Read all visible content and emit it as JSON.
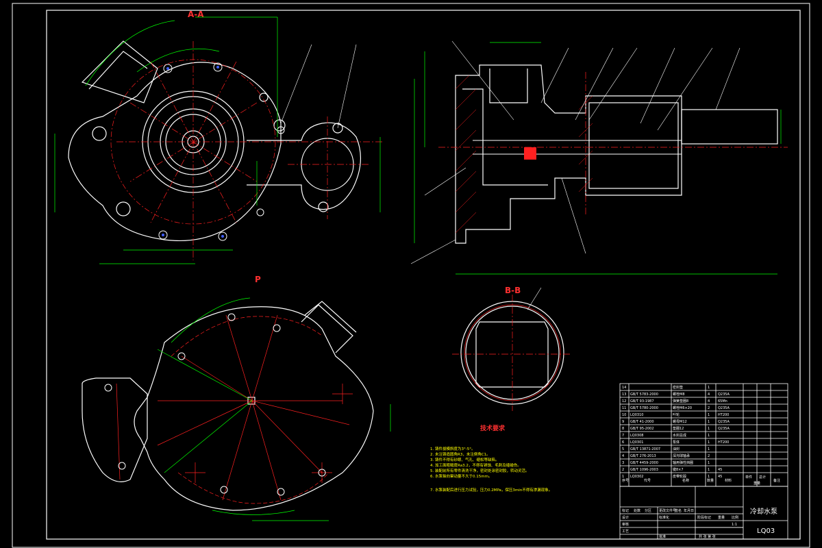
{
  "drawing": {
    "view_labels": {
      "a_a": "A-A",
      "p": "P",
      "b_b": "B-B"
    },
    "tech_req_title": "技术要求",
    "tech_requirements": [
      "1. 铸件拔模斜度为3°-5°。",
      "2. 未注铸造圆角R3，未注倒角C1。",
      "3. 铸件不得有砂眼、气孔、缩松等缺陷。",
      "4. 加工面粗糙度Ra3.2，不得有锈蚀、毛刺及磕碰伤。",
      "5. 装配前所有零件清洗干净，密封处涂密封胶，转动灵活。",
      "6. 水泵轴向窜动量不大于0.15mm。",
      "7. 水泵装配后进行压力试验，压力0.2MPa，保压3min不得有渗漏现象。"
    ],
    "parts_list": [
      [
        "14",
        "",
        "密封垫",
        "1",
        "",
        ""
      ],
      [
        "13",
        "GB/T 5783-2000",
        "螺栓M8",
        "4",
        "Q235A",
        ""
      ],
      [
        "12",
        "GB/T 93-1987",
        "弹簧垫圈8",
        "4",
        "65Mn",
        ""
      ],
      [
        "11",
        "GB/T 5780-2000",
        "螺栓M6×20",
        "2",
        "Q235A",
        ""
      ],
      [
        "10",
        "LQ0310",
        "叶轮",
        "1",
        "HT200",
        ""
      ],
      [
        "9",
        "GB/T 41-2000",
        "螺母M12",
        "1",
        "Q235A",
        ""
      ],
      [
        "8",
        "GB/T 95-2002",
        "垫圈12",
        "1",
        "Q235A",
        ""
      ],
      [
        "7",
        "LQ0308",
        "水封总成",
        "1",
        "",
        ""
      ],
      [
        "6",
        "LQ0301",
        "泵体",
        "1",
        "HT200",
        ""
      ],
      [
        "5",
        "GB/T 13871-2007",
        "油封",
        "1",
        "",
        ""
      ],
      [
        "4",
        "GB/T 276-2013",
        "深沟球轴承",
        "2",
        "",
        ""
      ],
      [
        "3",
        "GB/T 4459-2000",
        "轴用弹性挡圈",
        "1",
        "",
        ""
      ],
      [
        "2",
        "GB/T 1096-2003",
        "键8×7",
        "1",
        "45",
        ""
      ],
      [
        "1",
        "LQ0302",
        "皮带轮毂",
        "1",
        "45",
        ""
      ]
    ],
    "parts_header": {
      "seq": "序号",
      "code": "代号",
      "name": "名称",
      "qty": "数量",
      "material": "材料",
      "unit": "单件",
      "total": "总计",
      "weight": "重量",
      "remark": "备注"
    },
    "title_block": {
      "title": "冷却水泵",
      "drawing_no": "LQ03",
      "scale": "1:1",
      "rows": [
        "标记",
        "处数",
        "分区",
        "更改文件号",
        "签名",
        "年月日",
        "设计",
        "审核",
        "工艺",
        "标准化",
        "批准"
      ],
      "stage_mark": "阶段标记",
      "weight": "重量",
      "scale_label": "比例",
      "sheet": "共 张 第 张"
    }
  },
  "colors": {
    "bg": "#000000",
    "outline": "#ffffff",
    "dimension": "#00ff00",
    "centerline": "#ff2020",
    "magenta": "#ff00ff",
    "yellow": "#ffff00",
    "blue": "#4060ff"
  }
}
